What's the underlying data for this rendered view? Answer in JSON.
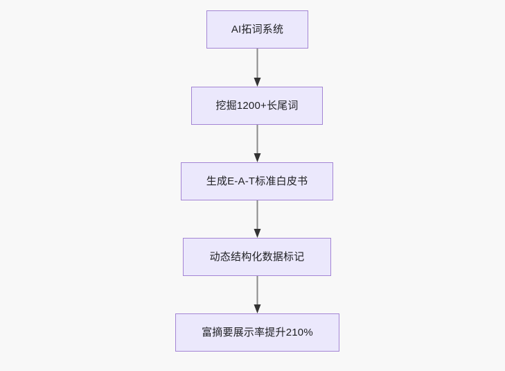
{
  "diagram": {
    "type": "flowchart",
    "direction": "top-to-bottom",
    "background_color": "#f8f8f8",
    "node_fill_color": "#ebe8fc",
    "node_border_color": "#a384d4",
    "node_text_color": "#202124",
    "connector_color": "#8a8a8a",
    "arrowhead_color": "#333333",
    "nodes": [
      {
        "id": "n1",
        "label": "AI拓词系统"
      },
      {
        "id": "n2",
        "label": "挖掘1200+长尾词"
      },
      {
        "id": "n3",
        "label": "生成E-A-T标准白皮书"
      },
      {
        "id": "n4",
        "label": "动态结构化数据标记"
      },
      {
        "id": "n5",
        "label": "富摘要展示率提升210%"
      }
    ],
    "edges": [
      {
        "from": "n1",
        "to": "n2",
        "label": ""
      },
      {
        "from": "n2",
        "to": "n3",
        "label": ""
      },
      {
        "from": "n3",
        "to": "n4",
        "label": ""
      },
      {
        "from": "n4",
        "to": "n5",
        "label": ""
      }
    ]
  }
}
